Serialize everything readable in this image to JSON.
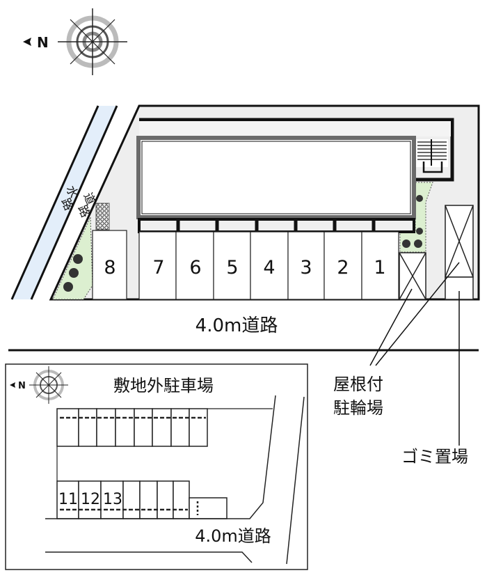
{
  "main_map": {
    "north_label": "N",
    "waterway_label": [
      "水",
      "路"
    ],
    "side_road_label": [
      "道",
      "路"
    ],
    "parking_spaces": [
      "1",
      "2",
      "3",
      "4",
      "5",
      "6",
      "7",
      "8"
    ],
    "road_label": "4.0m道路",
    "bicycle_parking_label": [
      "屋根付",
      "駐輪場"
    ],
    "garbage_label": "ゴミ置場"
  },
  "inset_map": {
    "north_label": "N",
    "title": "敷地外駐車場",
    "parking_spaces": [
      "11",
      "12",
      "13"
    ],
    "road_label": "4.0m道路"
  },
  "colors": {
    "site_fill": "#eeeeee",
    "water_fill": "#e3eefa",
    "green_fill": "#dcefd0",
    "building_border": "#6b6b6b"
  }
}
